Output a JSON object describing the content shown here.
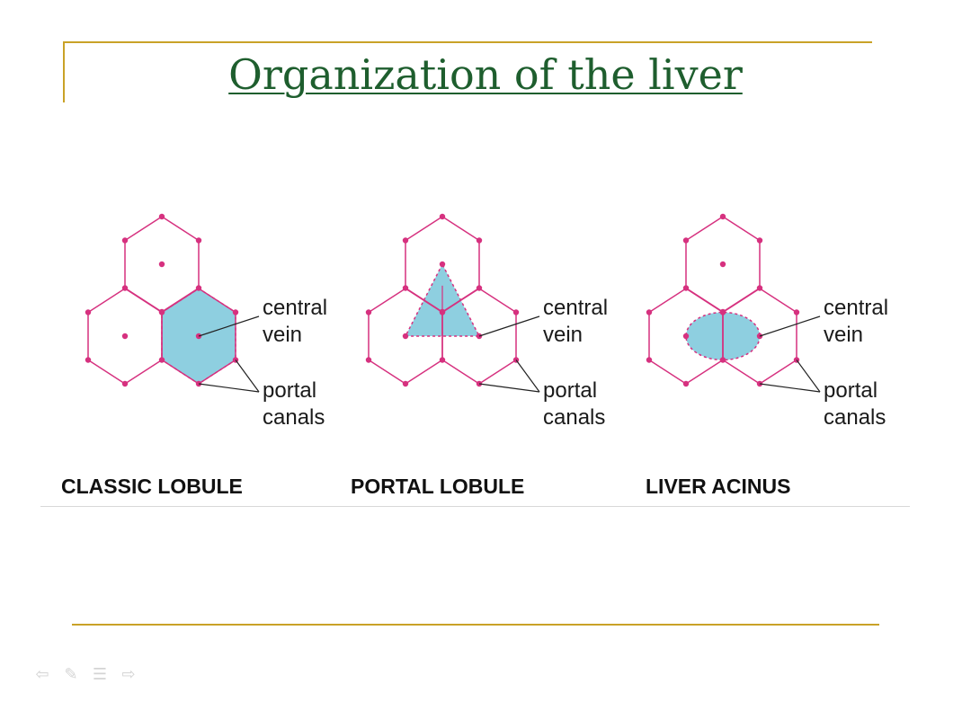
{
  "title": "Organization of the liver",
  "panels": [
    {
      "caption": "CLASSIC LOBULE",
      "label_central": [
        "central",
        "vein"
      ],
      "label_portal": [
        "portal",
        "canals"
      ],
      "shape": "hexagon"
    },
    {
      "caption": "PORTAL LOBULE",
      "label_central": [
        "central",
        "vein"
      ],
      "label_portal": [
        "portal",
        "canals"
      ],
      "shape": "triangle"
    },
    {
      "caption": "LIVER ACINUS",
      "label_central": [
        "central",
        "vein"
      ],
      "label_portal": [
        "portal",
        "canals"
      ],
      "shape": "ellipse"
    }
  ],
  "colors": {
    "edge": "#d6317f",
    "fill": "#8ecfe0",
    "title": "#1e5e2e",
    "rule": "#c9a227"
  },
  "nav_icons": [
    "back-arrow-icon",
    "pen-icon",
    "menu-icon",
    "forward-arrow-icon"
  ]
}
